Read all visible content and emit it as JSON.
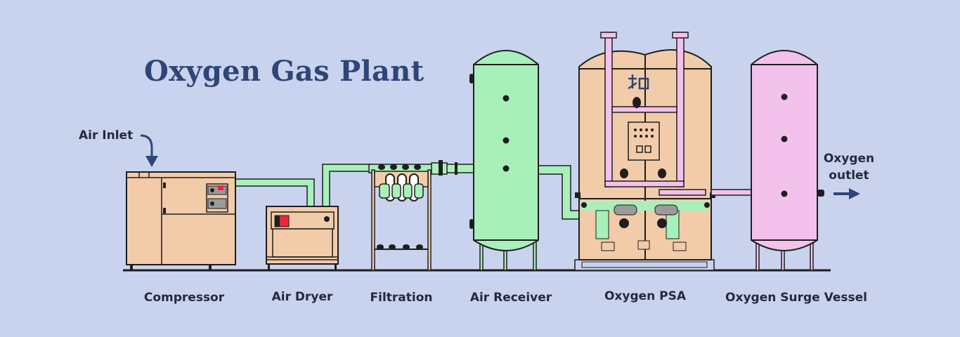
{
  "title": "Oxygen Gas Plant",
  "labels": {
    "air_inlet": "Air Inlet",
    "oxygen_outlet_line1": "Oxygen",
    "oxygen_outlet_line2": "outlet",
    "compressor": "Compressor",
    "air_dryer": "Air Dryer",
    "filtration": "Filtration",
    "air_receiver": "Air Receiver",
    "oxygen_psa": "Oxygen PSA",
    "oxygen_surge_vessel": "Oxygen Surge Vessel"
  },
  "colors": {
    "background": "#c9d3ee",
    "title": "#2e4577",
    "equipment_peach": "#f2cba9",
    "air_green": "#a8f0b9",
    "oxygen_pink": "#f3c2ec",
    "outline": "#1e1e1e",
    "arrow": "#2e4577",
    "indicator_red": "#e8283c"
  },
  "flow": [
    "Compressor",
    "Air Dryer",
    "Filtration",
    "Air Receiver",
    "Oxygen PSA",
    "Oxygen Surge Vessel"
  ]
}
